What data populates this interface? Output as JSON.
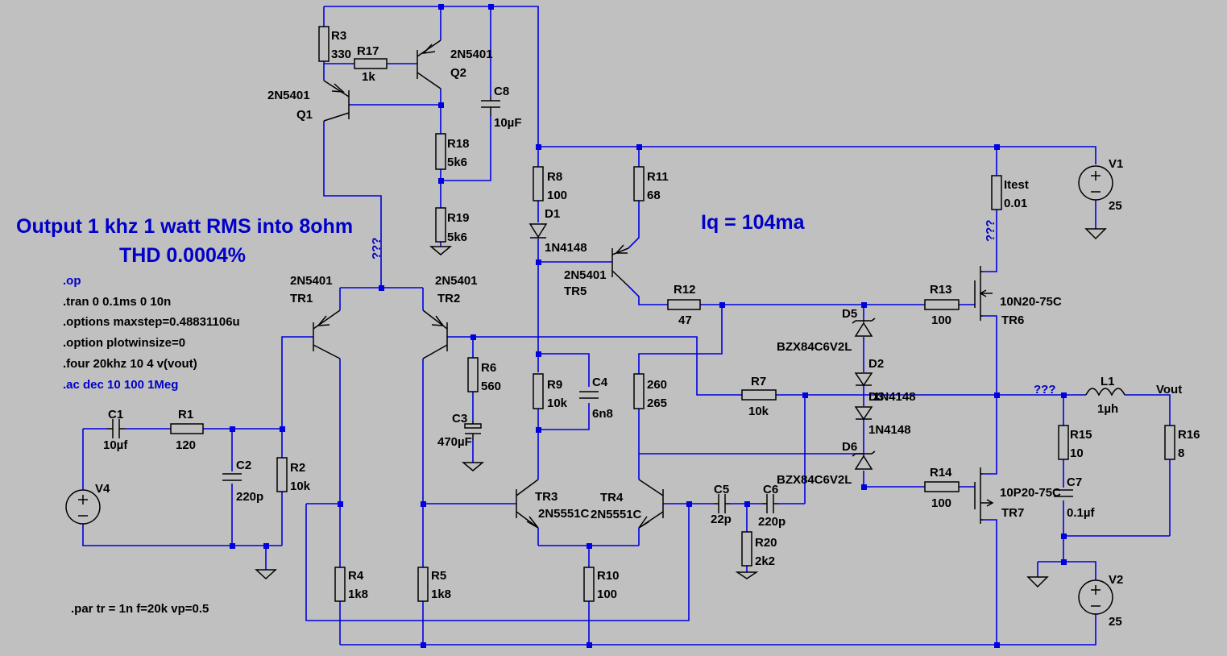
{
  "annotations": {
    "title_line1": "Output 1 khz 1 watt RMS into 8ohm",
    "title_line2": "THD 0.0004%",
    "iq": "Iq = 104ma"
  },
  "directives": {
    "op": ".op",
    "tran": ".tran 0 0.1ms 0 10n",
    "options": ".options maxstep=0.48831106u",
    "plotwin": ".option plotwinsize=0",
    "four": ".four 20khz 10 4 v(vout)",
    "ac": ".ac dec 10 100 1Meg",
    "par": ".par tr = 1n f=20k vp=0.5"
  },
  "nets": {
    "unknown": "???",
    "vout": "Vout"
  },
  "components": {
    "R3": {
      "name": "R3",
      "value": "330"
    },
    "R17": {
      "name": "R17",
      "value": "1k"
    },
    "Q2": {
      "name": "Q2",
      "model": "2N5401"
    },
    "Q1": {
      "name": "Q1",
      "model": "2N5401"
    },
    "C8": {
      "name": "C8",
      "value": "10µF"
    },
    "R18": {
      "name": "R18",
      "value": "5k6"
    },
    "R19": {
      "name": "R19",
      "value": "5k6"
    },
    "R8": {
      "name": "R8",
      "value": "100"
    },
    "D1": {
      "name": "D1",
      "model": "1N4148"
    },
    "R11": {
      "name": "R11",
      "value": "68"
    },
    "TR5": {
      "name": "TR5",
      "model": "2N5401"
    },
    "R12": {
      "name": "R12",
      "value": "47"
    },
    "R13": {
      "name": "R13",
      "value": "100"
    },
    "TR6": {
      "name": "TR6",
      "model": "10N20-75C"
    },
    "Itest": {
      "name": "Itest",
      "value": "0.01"
    },
    "V1": {
      "name": "V1",
      "value": "25"
    },
    "D5": {
      "name": "D5",
      "model": "BZX84C6V2L"
    },
    "D2": {
      "name": "D2",
      "model": ""
    },
    "D3": {
      "name": "D3",
      "model": "1N4148"
    },
    "D3b": {
      "name": "",
      "model": "1N4148"
    },
    "D6": {
      "name": "D6",
      "model": "BZX84C6V2L"
    },
    "R14": {
      "name": "R14",
      "value": "100"
    },
    "TR7": {
      "name": "TR7",
      "model": "10P20-75C"
    },
    "L1": {
      "name": "L1",
      "value": "1µh"
    },
    "R15": {
      "name": "R15",
      "value": "10"
    },
    "C7": {
      "name": "C7",
      "value": "0.1µf"
    },
    "R16": {
      "name": "R16",
      "value": "8"
    },
    "V2": {
      "name": "V2",
      "value": "25"
    },
    "TR1": {
      "name": "TR1",
      "model": "2N5401"
    },
    "TR2": {
      "name": "TR2",
      "model": "2N5401"
    },
    "R6": {
      "name": "R6",
      "value": "560"
    },
    "C3": {
      "name": "C3",
      "value": "470µF"
    },
    "R9": {
      "name": "R9",
      "value": "10k"
    },
    "C4": {
      "name": "C4",
      "value": "6n8"
    },
    "R_260": {
      "name": "260",
      "value": "265"
    },
    "R7": {
      "name": "R7",
      "value": "10k"
    },
    "C1": {
      "name": "C1",
      "value": "10µf"
    },
    "R1": {
      "name": "R1",
      "value": "120"
    },
    "C2": {
      "name": "C2",
      "value": "220p"
    },
    "R2": {
      "name": "R2",
      "value": "10k"
    },
    "V4": {
      "name": "V4",
      "value": ""
    },
    "TR3": {
      "name": "TR3",
      "model": "2N5551C"
    },
    "TR4": {
      "name": "TR4",
      "model": "2N5551C"
    },
    "C5": {
      "name": "C5",
      "value": "22p"
    },
    "C6": {
      "name": "C6",
      "value": "220p"
    },
    "R20": {
      "name": "R20",
      "value": "2k2"
    },
    "R4": {
      "name": "R4",
      "value": "1k8"
    },
    "R5": {
      "name": "R5",
      "value": "1k8"
    },
    "R10": {
      "name": "R10",
      "value": "100"
    }
  }
}
